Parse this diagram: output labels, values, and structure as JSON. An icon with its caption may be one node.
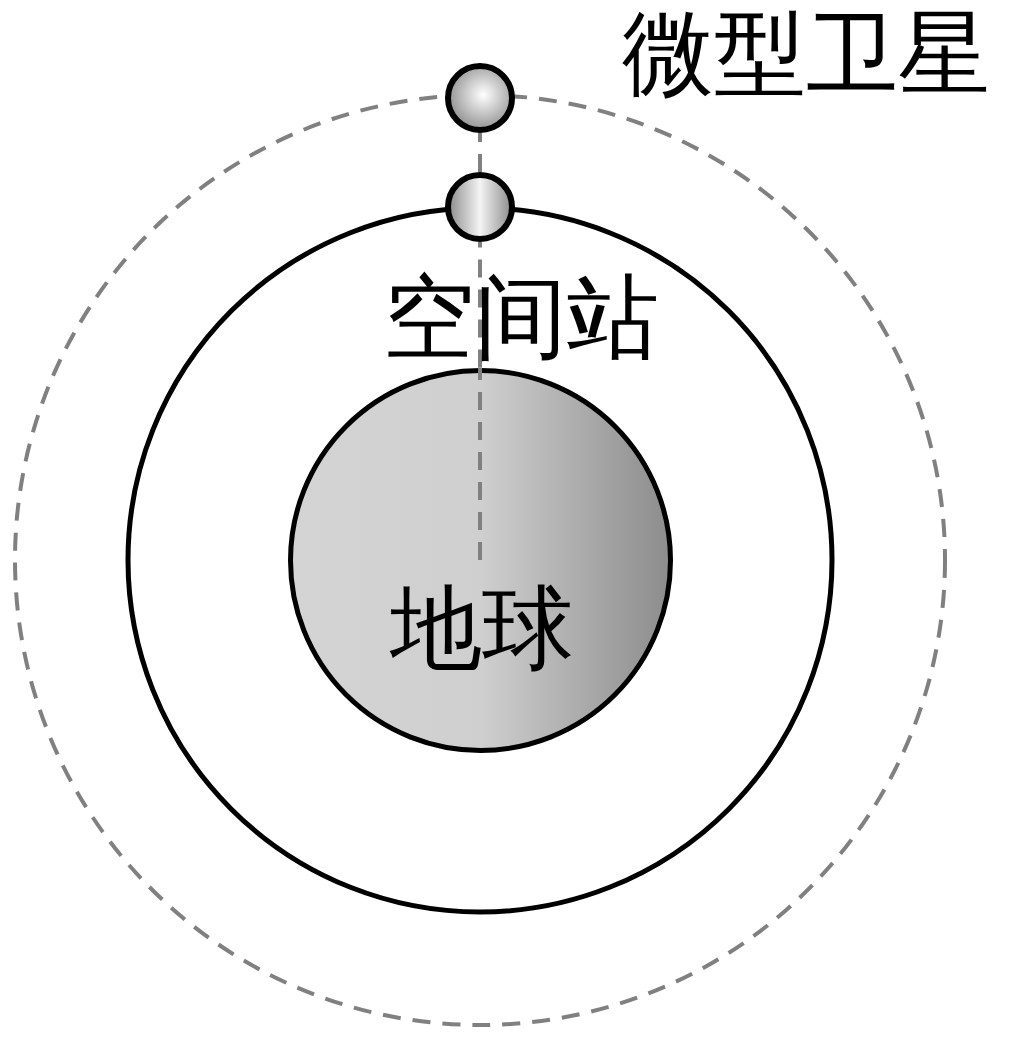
{
  "diagram": {
    "nodes": [
      {
        "text": [
          "地球"
        ]
      },
      {
        "text": [],
        "shape": "circle",
        "beside": [
          "空间站"
        ]
      },
      {
        "text": [],
        "shape": "circle",
        "beside": [
          "微型卫星"
        ]
      }
    ],
    "edges": [
      {
        "from": 0,
        "to": 1,
        "arrow": "none",
        "style": "dashed",
        "color": "#808080"
      },
      {
        "from": 1,
        "to": 2,
        "arrow": "none",
        "style": "dashed",
        "color": "#808080"
      }
    ]
  }
}
